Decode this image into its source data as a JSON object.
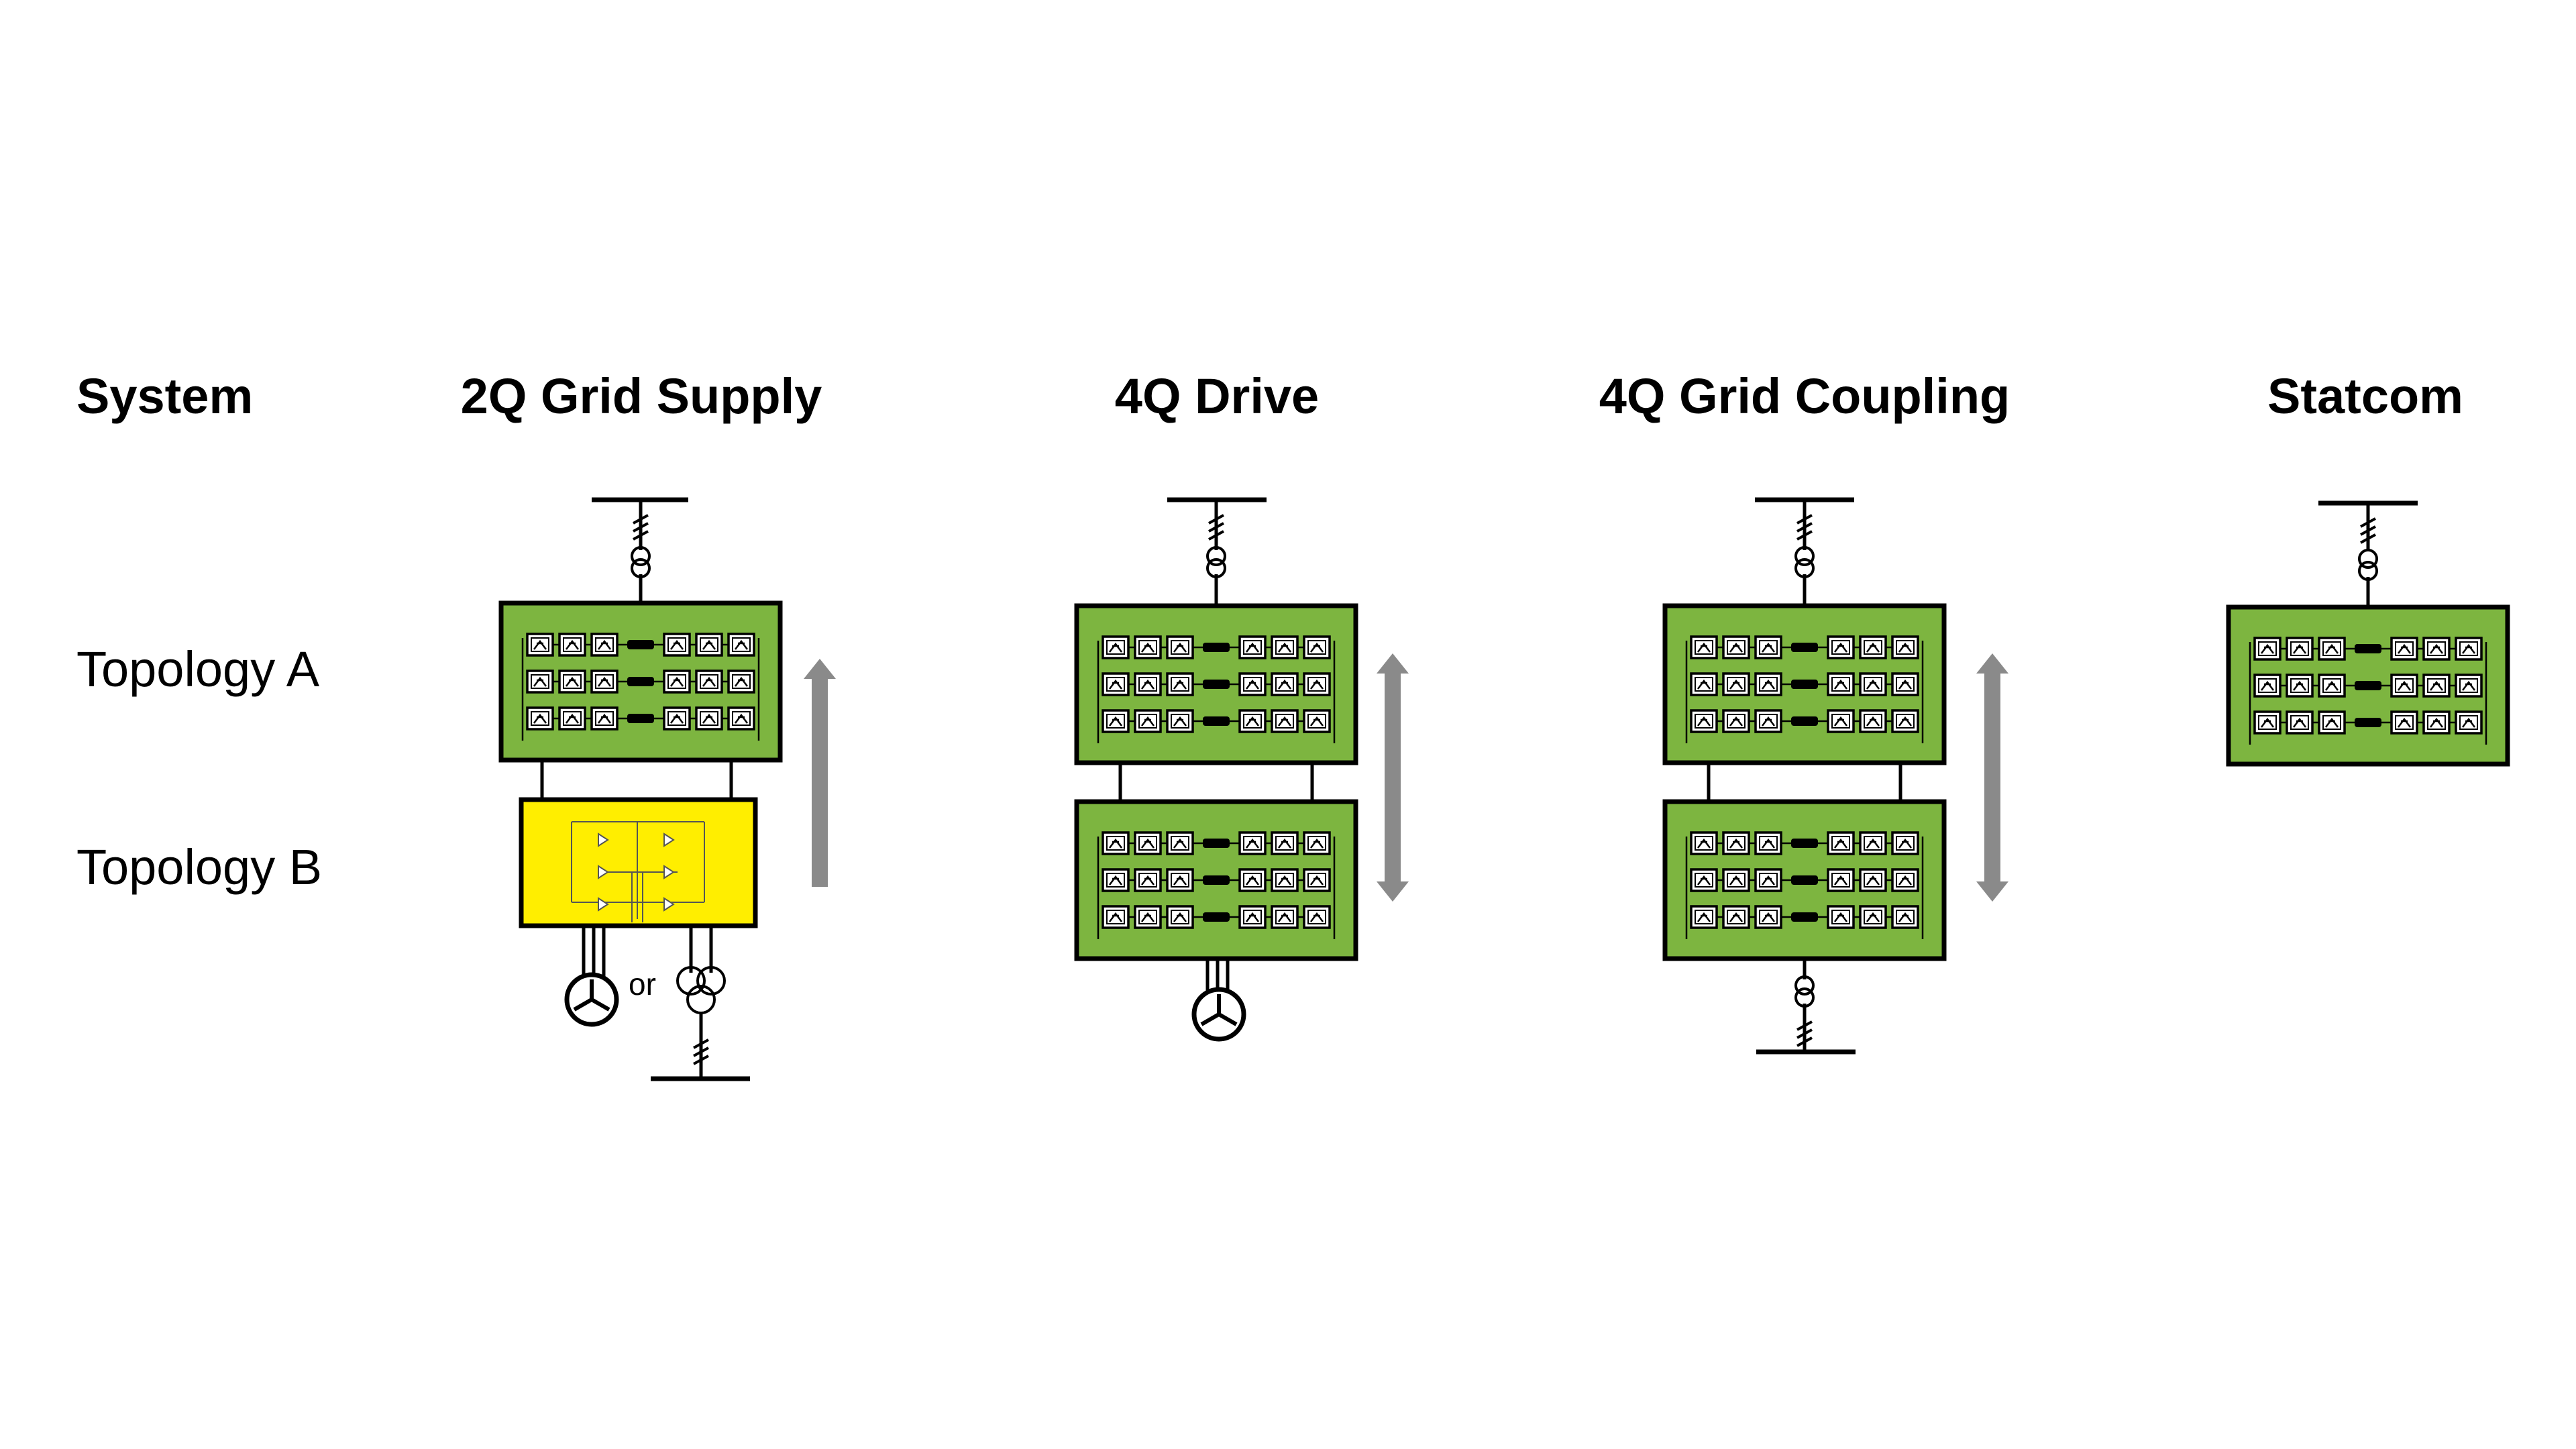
{
  "header": {
    "system": "System",
    "columns": [
      "2Q Grid Supply",
      "4Q Drive",
      "4Q Grid Coupling",
      "Statcom"
    ]
  },
  "rows": {
    "topology_a": "Topology A",
    "topology_b": "Topology B"
  },
  "annotations": {
    "or": "or"
  },
  "colors": {
    "converter_green": "#7db540",
    "rectifier_yellow": "#ffee00",
    "arrow_gray": "#8a8a8a",
    "line": "#000000"
  },
  "icons": {
    "converter_module": "converter-module-icon",
    "transformer": "transformer-icon",
    "motor": "motor-icon",
    "arrow_up": "power-flow-up-arrow-icon",
    "arrow_bidirectional": "power-flow-bidirectional-arrow-icon"
  }
}
